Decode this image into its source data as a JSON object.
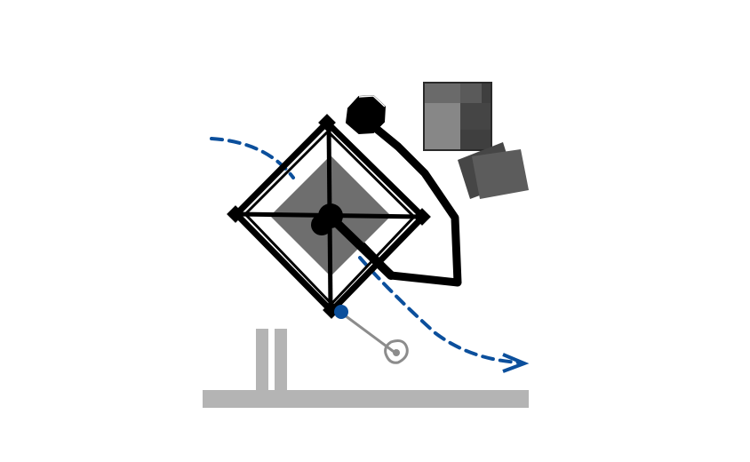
{
  "diagram": {
    "description_visible_text": "",
    "colors": {
      "background": "#ffffff",
      "robot_frame": "#000000",
      "frame_inner_fill": "#6e6e6e",
      "tool_highlight": "#0b4f9c",
      "trajectory": "#0b4f9c",
      "tool_link": "#8c8c8c",
      "support_structure": "#b4b4b4",
      "box_dark": "#3f3f3f",
      "box_mid": "#5a5a5a",
      "box_light": "#7a7a7a",
      "box_stack_light": "#878787"
    },
    "elements": {
      "trajectory_style": "dashed",
      "trajectory_arrowhead": "open-chevron",
      "object_count": 3
    }
  }
}
